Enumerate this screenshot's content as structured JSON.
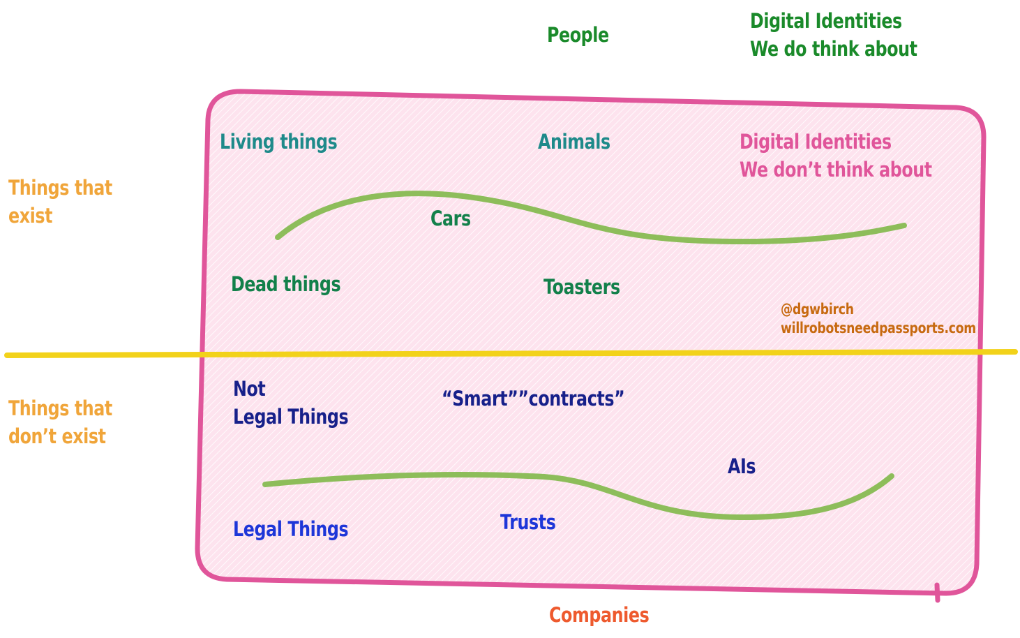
{
  "colors": {
    "frame": "#e0559a",
    "fill": "#fde3ee",
    "hatch": "#ffffff",
    "divider": "#f2d21a",
    "curve": "#8dbd5a"
  },
  "labels": {
    "people": "People",
    "digital_we_do": [
      "Digital Identities",
      "We do think about"
    ],
    "living_things": "Living things",
    "animals": "Animals",
    "digital_we_dont": [
      "Digital Identities",
      "We don’t think about"
    ],
    "things_exist": [
      "Things that",
      "exist"
    ],
    "cars": "Cars",
    "dead_things": "Dead things",
    "toasters": "Toasters",
    "credit": [
      "@dgwbirch",
      "willrobotsneedpassports.com"
    ],
    "not_legal": [
      "Not",
      "Legal Things"
    ],
    "smart_contracts": "“Smart””contracts”",
    "things_dont_exist": [
      "Things that",
      "don’t exist"
    ],
    "ais": "AIs",
    "legal_things": "Legal Things",
    "trusts": "Trusts",
    "companies": "Companies"
  }
}
